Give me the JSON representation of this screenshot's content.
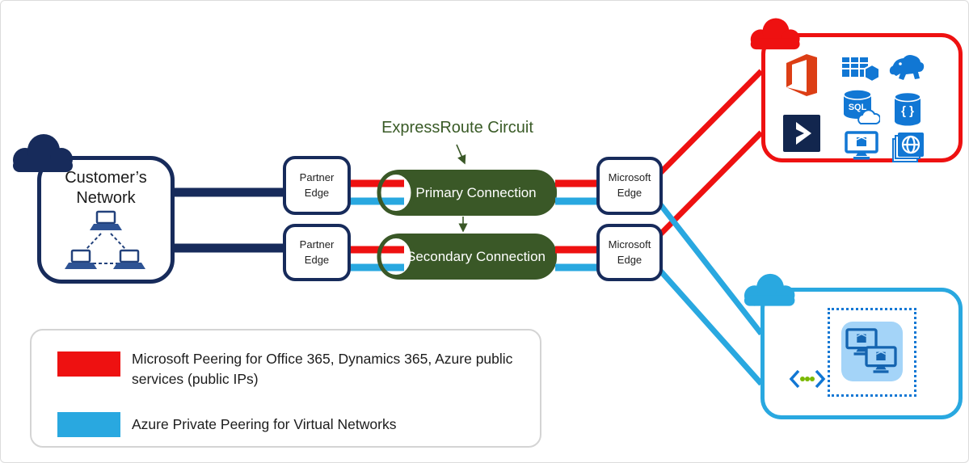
{
  "customer_network": {
    "label": "Customer’s\nNetwork"
  },
  "partner_edges": [
    {
      "label": "Partner\nEdge"
    },
    {
      "label": "Partner\nEdge"
    }
  ],
  "microsoft_edges": [
    {
      "label": "Microsoft\nEdge"
    },
    {
      "label": "Microsoft\nEdge"
    }
  ],
  "express_route": {
    "title": "ExpressRoute Circuit",
    "primary_label": "Primary Connection",
    "secondary_label": "Secondary Connection"
  },
  "azure_services_box": {
    "icons": [
      "office-365-icon",
      "table-storage-icon",
      "hadoop-hdinsight-icon",
      "sql-database-icon",
      "document-db-icon",
      "dynamics-365-icon",
      "virtual-machine-icon",
      "web-app-icon"
    ],
    "sql_label": "SQL",
    "docdb_label": "{ }"
  },
  "virtual_network_box": {
    "icons": [
      "code-endpoint-icon",
      "virtual-machines-icon"
    ]
  },
  "legend": {
    "items": [
      {
        "swatch_color": "#EE1111",
        "text": "Microsoft Peering for Office 365, Dynamics 365, Azure public services (public IPs)"
      },
      {
        "swatch_color": "#29A8E0",
        "text": "Azure Private Peering for Virtual Networks"
      }
    ]
  },
  "colors": {
    "navy": "#172B5B",
    "red": "#EE1111",
    "cyan": "#29A8E0",
    "green": "#3A5827",
    "icon_blue": "#1177D4",
    "office_orange": "#DC3E15",
    "dynamics_navy": "#12264E",
    "dot_green": "#7AB800"
  }
}
